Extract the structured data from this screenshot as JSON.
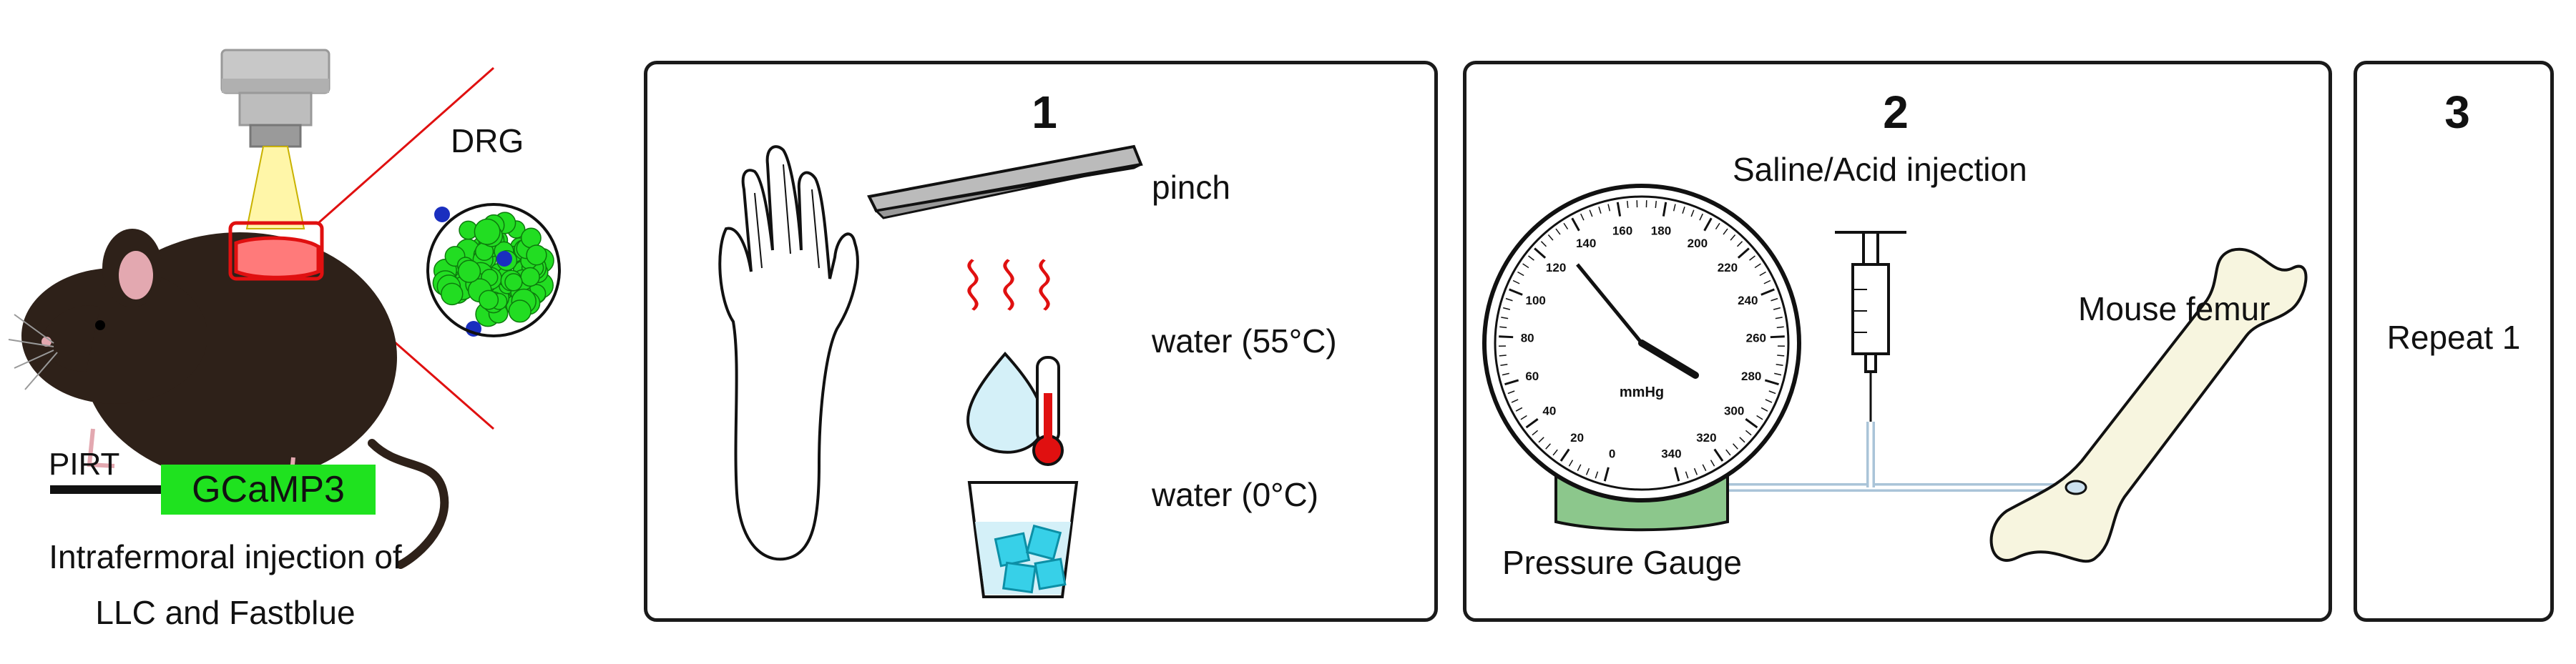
{
  "left": {
    "drg_label": "DRG",
    "pirt_label": "PIRT",
    "gcamp_label": "GCaMP3",
    "caption_line1": "Intrafermoral injection of",
    "caption_line2": "LLC and Fastblue",
    "colors": {
      "mouse": "#2e2119",
      "gcamp": "#1fe21f",
      "cell": "#22dd22",
      "fastblue": "#1a2fbf",
      "laser": "#e01010"
    }
  },
  "panels": [
    {
      "number": "1",
      "stimuli": [
        {
          "label": "pinch",
          "icon": "forceps-icon"
        },
        {
          "label": "water (55°C)",
          "icon": "hot-water-icon"
        },
        {
          "label": "water (0°C)",
          "icon": "ice-water-icon"
        }
      ]
    },
    {
      "number": "2",
      "injection_label": "Saline/Acid injection",
      "femur_label": "Mouse femur",
      "gauge_label": "Pressure Gauge",
      "gauge_unit": "mmHg",
      "gauge_ticks": [
        "0",
        "20",
        "40",
        "60",
        "80",
        "100",
        "120",
        "140",
        "160",
        "180",
        "200",
        "220",
        "240",
        "260",
        "280",
        "300",
        "320",
        "340"
      ],
      "colors": {
        "gauge_base": "#8cc78c",
        "bone": "#f7f5df"
      }
    },
    {
      "number": "3",
      "text": "Repeat 1"
    }
  ]
}
